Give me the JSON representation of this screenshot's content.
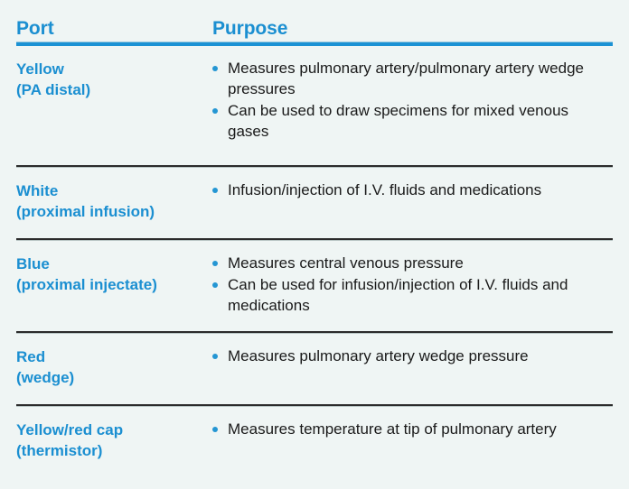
{
  "table": {
    "columns": {
      "port_header": "Port",
      "purpose_header": "Purpose"
    },
    "colors": {
      "accent_blue": "#1b92d4",
      "label_blue": "#1b8fd1",
      "bullet_blue": "#2496d3",
      "background": "#eff5f4",
      "divider": "#2b2b2b",
      "body_text": "#1a1a1a"
    },
    "rows": [
      {
        "port_name": "Yellow",
        "port_qualifier": "(PA distal)",
        "purposes": [
          "Measures pulmonary artery/pulmonary artery wedge pressures",
          "Can be used to draw specimens for mixed venous gases"
        ]
      },
      {
        "port_name": "White",
        "port_qualifier": "(proximal infusion)",
        "purposes": [
          "Infusion/injection of I.V. fluids and medications"
        ]
      },
      {
        "port_name": "Blue",
        "port_qualifier": "(proximal injectate)",
        "purposes": [
          "Measures central venous pressure",
          "Can be used for infusion/injection of I.V. fluids and medications"
        ]
      },
      {
        "port_name": "Red",
        "port_qualifier": "(wedge)",
        "purposes": [
          "Measures pulmonary artery wedge pressure"
        ]
      },
      {
        "port_name": "Yellow/red cap",
        "port_qualifier": "(thermistor)",
        "purposes": [
          "Measures temperature at tip of pulmonary artery"
        ]
      }
    ]
  }
}
